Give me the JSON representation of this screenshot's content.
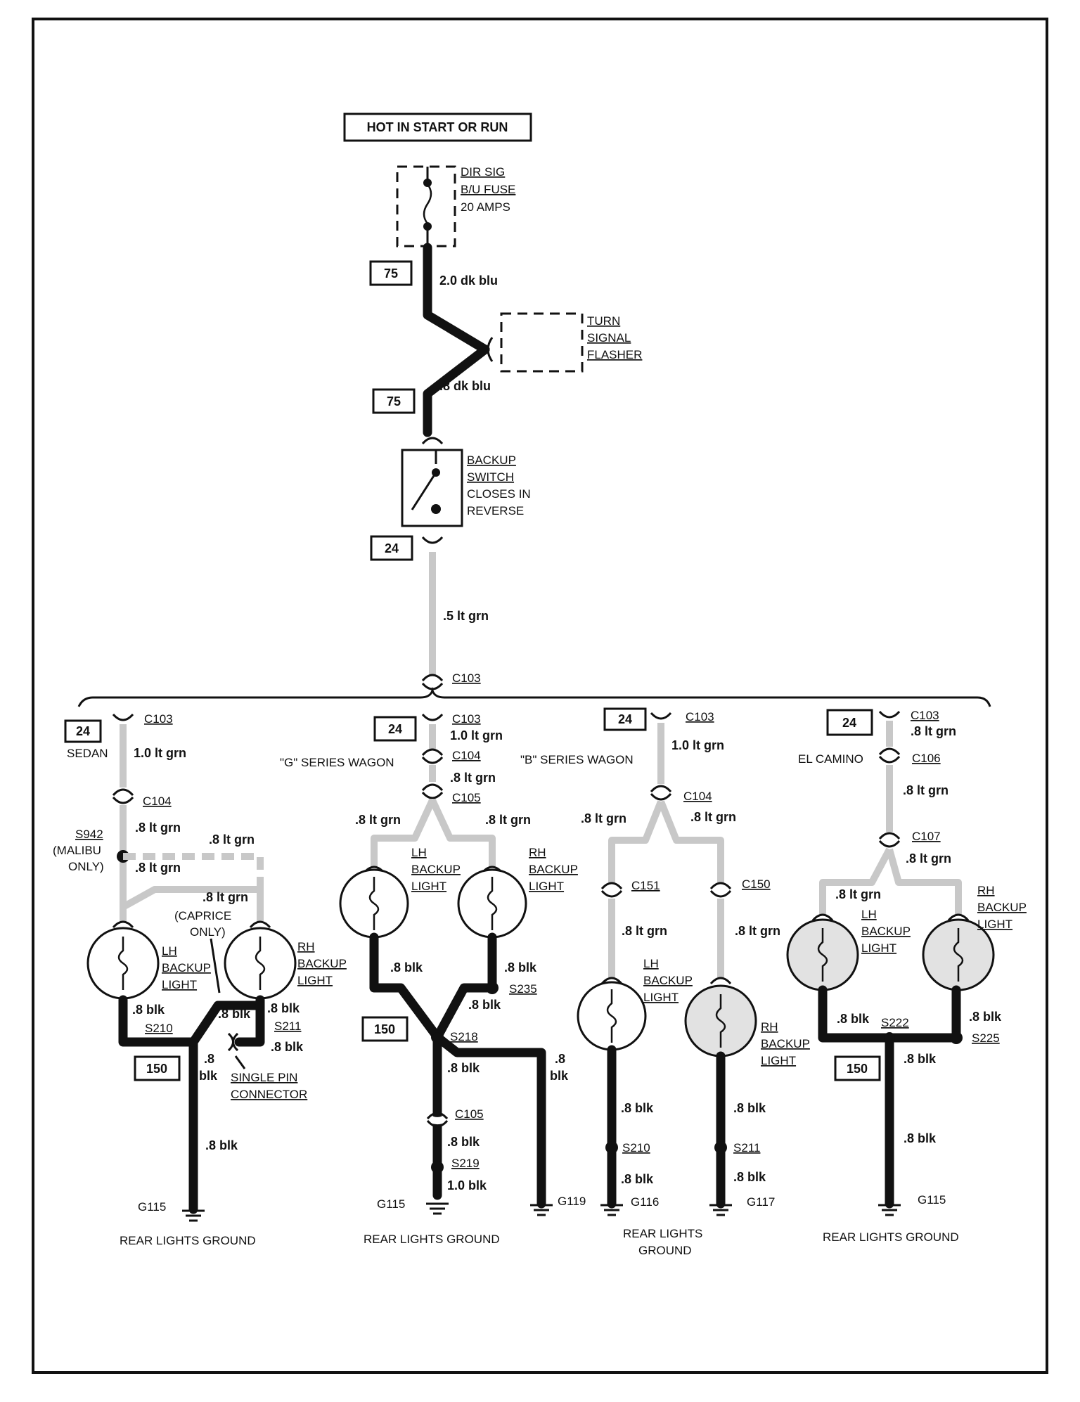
{
  "header": {
    "hot_label": "HOT IN START OR RUN"
  },
  "fuse": {
    "line1": "DIR SIG",
    "line2": "B/U FUSE",
    "line3": "20 AMPS"
  },
  "flasher": {
    "line1": "TURN",
    "line2": "SIGNAL",
    "line3": "FLASHER"
  },
  "switch": {
    "line1": "BACKUP",
    "line2": "SWITCH",
    "line3": "CLOSES IN",
    "line4": "REVERSE"
  },
  "upper_wires": {
    "w1": "2.0 dk blu",
    "w2": ".8 dk blu",
    "w3": ".5 lt grn"
  },
  "page_refs": {
    "p75": "75",
    "p24": "24",
    "p150": "150"
  },
  "main_connector": "C103",
  "sedan": {
    "title": "SEDAN",
    "c103": "C103",
    "wire1": "1.0 lt grn",
    "c104": "C104",
    "wire2": ".8 lt grn",
    "splice": "S942",
    "malibu1": "(MALIBU",
    "malibu2": "ONLY)",
    "wire3": ".8 lt grn",
    "wire4": ".8 lt grn",
    "wire5": ".8 lt grn",
    "caprice1": "(CAPRICE",
    "caprice2": "ONLY)",
    "lh1": "LH",
    "lh2": "BACKUP",
    "lh3": "LIGHT",
    "rh1": "RH",
    "rh2": "BACKUP",
    "rh3": "LIGHT",
    "blk_a": ".8 blk",
    "blk_b": ".8 blk",
    "blk_c": ".8 blk",
    "blk_d": ".8 blk",
    "blk_e1": ".8",
    "blk_e2": "blk",
    "blk_f": ".8 blk",
    "s210": "S210",
    "s211": "S211",
    "spc1": "SINGLE PIN",
    "spc2": "CONNECTOR",
    "ground": "G115",
    "ground_label": "REAR LIGHTS GROUND"
  },
  "g_wagon": {
    "title": "\"G\" SERIES WAGON",
    "c103": "C103",
    "wire1": "1.0 lt grn",
    "c104": "C104",
    "wire2": ".8 lt grn",
    "c105": "C105",
    "wire3": ".8 lt grn",
    "wire4": ".8 lt grn",
    "lh1": "LH",
    "lh2": "BACKUP",
    "lh3": "LIGHT",
    "rh1": "RH",
    "rh2": "BACKUP",
    "rh3": "LIGHT",
    "blk_a": ".8 blk",
    "blk_b": ".8 blk",
    "s235": "S235",
    "blk_c": ".8 blk",
    "s218": "S218",
    "blk_d": ".8 blk",
    "blk_e1": ".8",
    "blk_e2": "blk",
    "c105b": "C105",
    "blk_f": ".8 blk",
    "s219": "S219",
    "blk_g": "1.0 blk",
    "ground1": "G115",
    "ground2": "G119",
    "ground_label": "REAR LIGHTS GROUND"
  },
  "b_wagon": {
    "title": "\"B\" SERIES WAGON",
    "c103": "C103",
    "wire1": "1.0 lt grn",
    "c104": "C104",
    "wire2": ".8 lt grn",
    "wire3": ".8 lt grn",
    "c151": "C151",
    "c150": "C150",
    "wire4": ".8 lt grn",
    "wire5": ".8 lt grn",
    "lh1": "LH",
    "lh2": "BACKUP",
    "lh3": "LIGHT",
    "rh1": "RH",
    "rh2": "BACKUP",
    "rh3": "LIGHT",
    "blk_a": ".8 blk",
    "blk_b": ".8 blk",
    "s210": "S210",
    "s211": "S211",
    "blk_c": ".8 blk",
    "blk_d": ".8 blk",
    "ground1": "G116",
    "ground2": "G117",
    "ground_label1": "REAR LIGHTS",
    "ground_label2": "GROUND"
  },
  "el_camino": {
    "title": "EL CAMINO",
    "c103": "C103",
    "wire1": ".8 lt grn",
    "c106": "C106",
    "wire2": ".8 lt grn",
    "c107": "C107",
    "wire3": ".8 lt grn",
    "wire4": ".8 lt grn",
    "lh1": "LH",
    "lh2": "BACKUP",
    "lh3": "LIGHT",
    "rh1": "RH",
    "rh2": "BACKUP",
    "rh3": "LIGHT",
    "blk_a": ".8 blk",
    "s222": "S222",
    "blk_b": ".8 blk",
    "s225": "S225",
    "blk_c": ".8 blk",
    "blk_d": ".8 blk",
    "ground": "G115",
    "ground_label": "REAR LIGHTS GROUND"
  }
}
